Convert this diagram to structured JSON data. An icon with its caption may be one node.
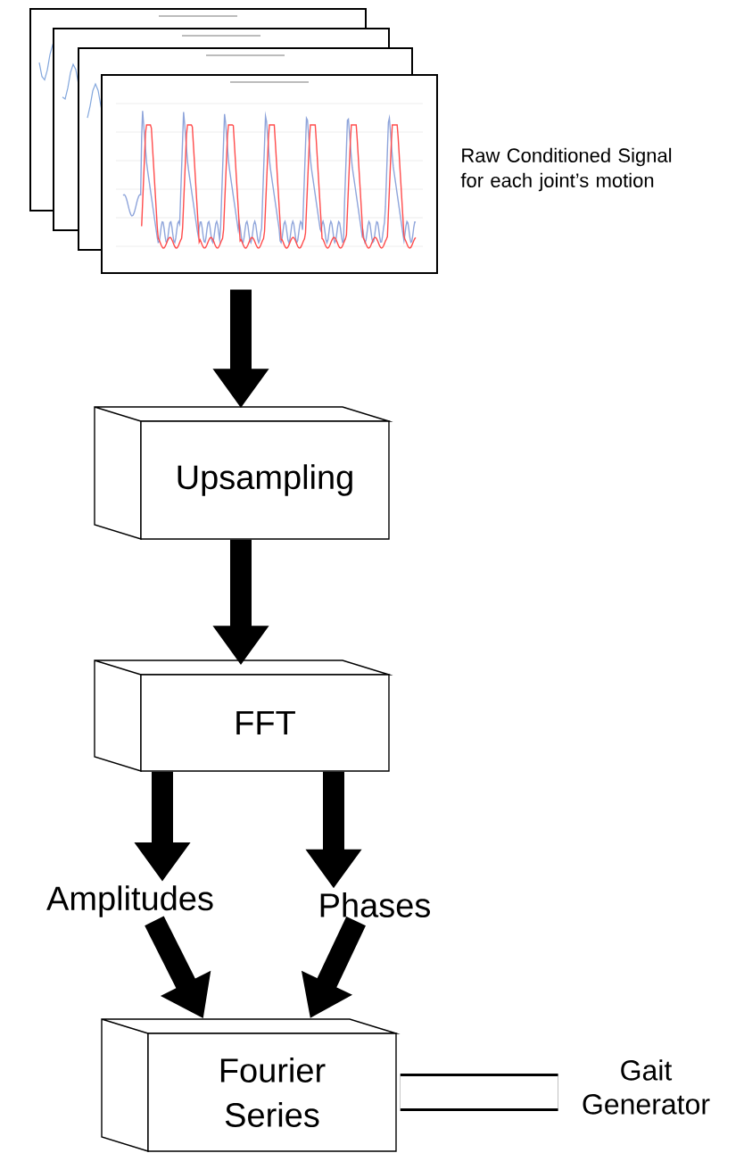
{
  "diagram": {
    "nodes": [
      {
        "text": [],
        "shape": "picture",
        "beside": [
          "Raw Conditioned Signal for each joint’s motion"
        ]
      },
      {
        "text": [
          "Upsampling"
        ]
      },
      {
        "text": [
          "FFT"
        ]
      },
      {
        "text": [
          "Amplitudes"
        ]
      },
      {
        "text": [
          "Phases"
        ]
      },
      {
        "text": [
          "Fourier Series"
        ]
      },
      {
        "text": [
          "Gait Generator"
        ]
      }
    ],
    "edges": [
      {
        "from": 0,
        "to": 1,
        "arrow": "to"
      },
      {
        "from": 1,
        "to": 2,
        "arrow": "to"
      },
      {
        "from": 2,
        "to": 3,
        "arrow": "to"
      },
      {
        "from": 2,
        "to": 4,
        "arrow": "to"
      },
      {
        "from": 3,
        "to": 5,
        "arrow": "to"
      },
      {
        "from": 4,
        "to": 5,
        "arrow": "to"
      },
      {
        "from": 5,
        "to": 6,
        "arrow": "none"
      }
    ]
  }
}
